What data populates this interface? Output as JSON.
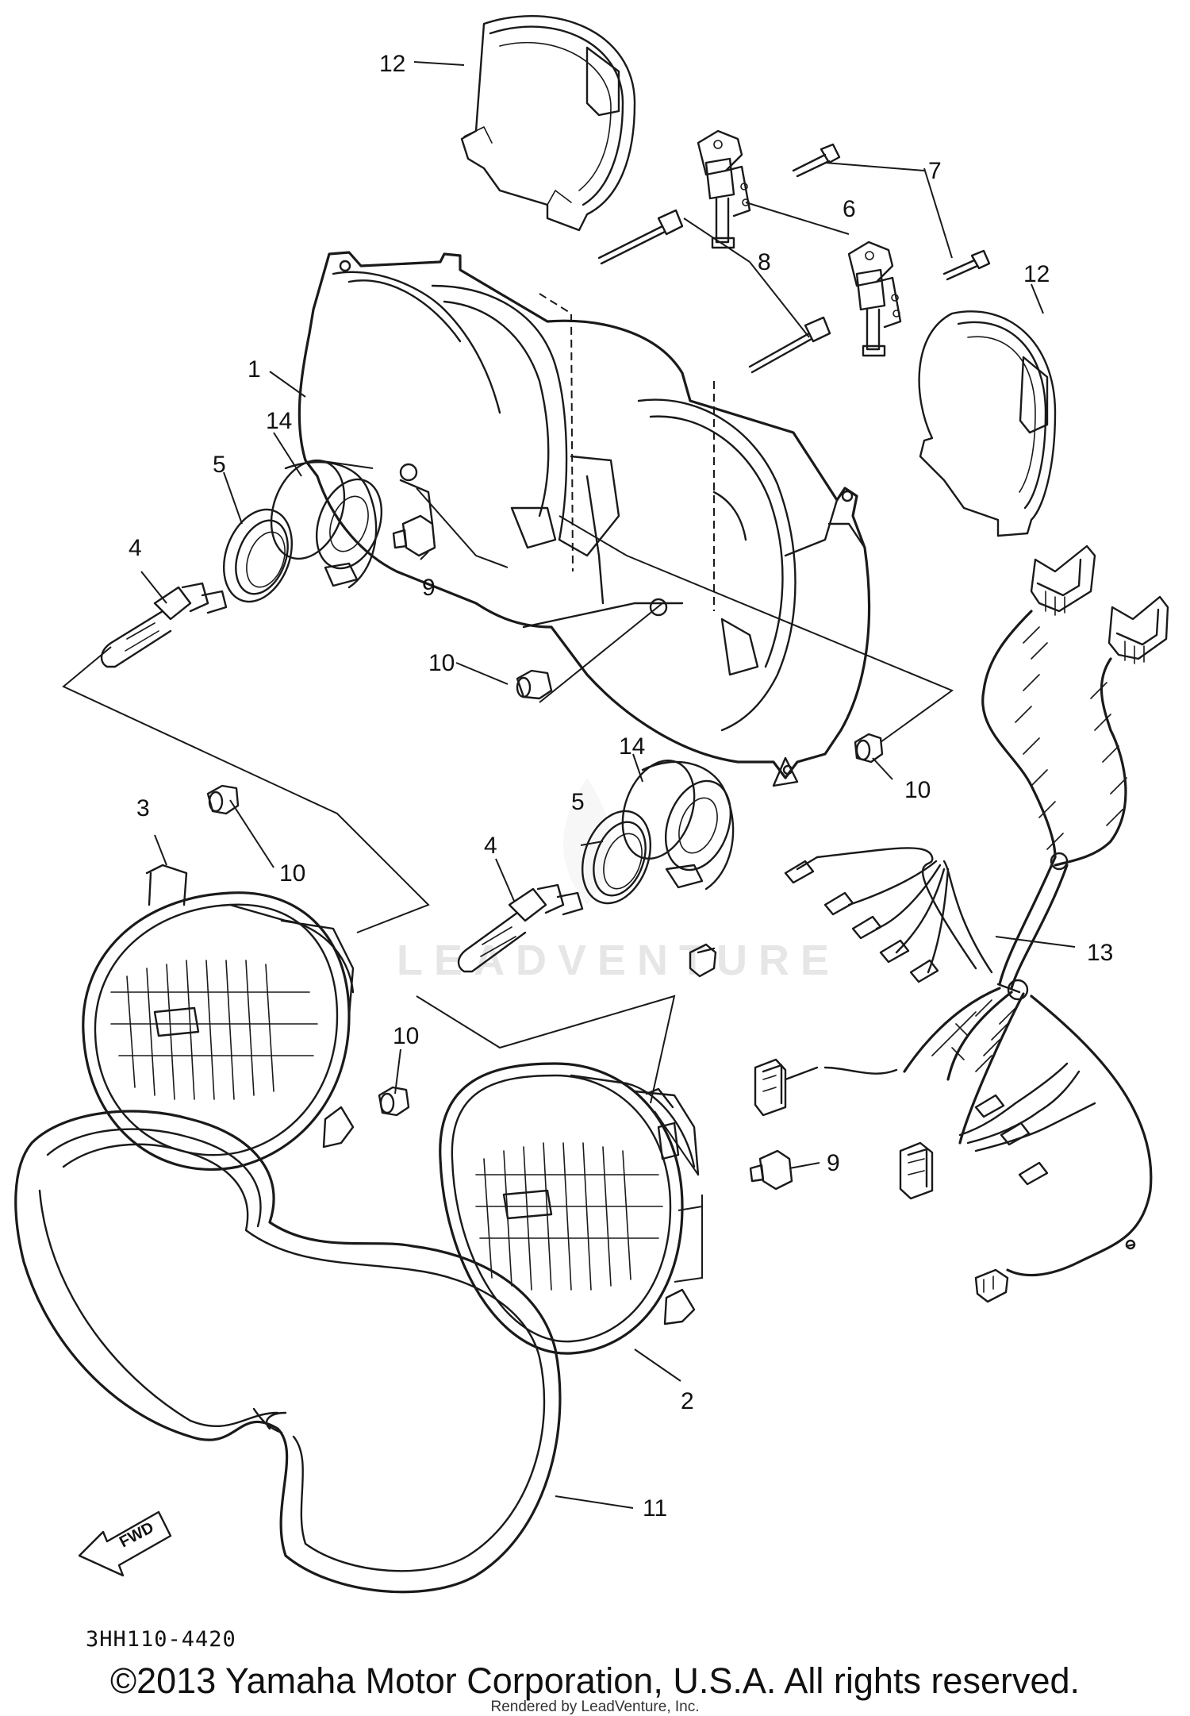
{
  "callouts": {
    "c1": "1",
    "c2": "2",
    "c3": "3",
    "c4a": "4",
    "c4b": "4",
    "c5a": "5",
    "c5b": "5",
    "c6": "6",
    "c7": "7",
    "c8": "8",
    "c9a": "9",
    "c9b": "9",
    "c10a": "10",
    "c10b": "10",
    "c10c": "10",
    "c10d": "10",
    "c11": "11",
    "c12a": "12",
    "c12b": "12",
    "c13": "13",
    "c14a": "14",
    "c14b": "14"
  },
  "fwd_label": "FWD",
  "watermark": "LEADVENTURE",
  "diagram_code": "3HH110-4420",
  "copyright": "©2013 Yamaha Motor Corporation, U.S.A. All rights reserved.",
  "rendered_by": "Rendered by LeadVenture, Inc."
}
